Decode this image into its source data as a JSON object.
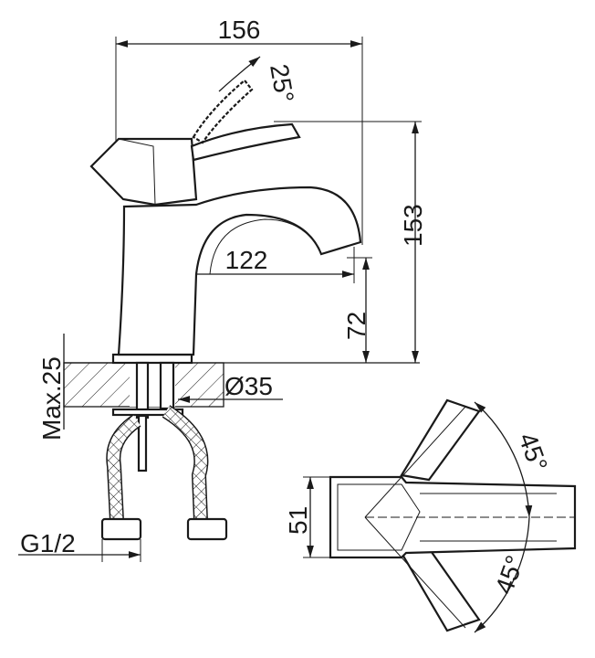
{
  "drawing": {
    "dimensions": {
      "overall_width": "156",
      "handle_angle": "25°",
      "overall_height": "153",
      "spout_reach": "122",
      "spout_height": "72",
      "max_countertop": "Max.25",
      "hole_diameter": "Ø35",
      "connection_thread": "G1/2",
      "top_width": "51",
      "rotation_angle_top": "45°",
      "rotation_angle_bottom": "45°"
    }
  }
}
